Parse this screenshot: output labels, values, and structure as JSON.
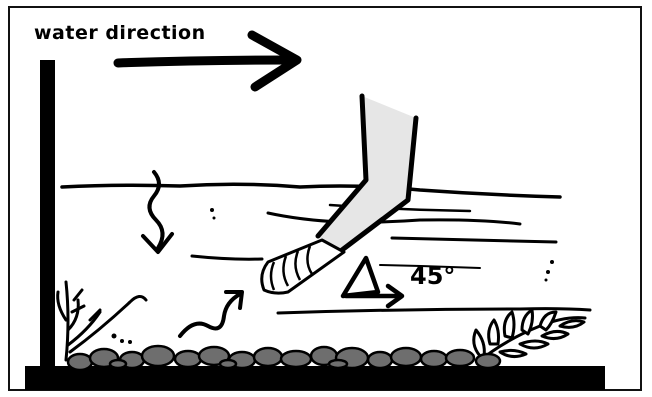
{
  "labels": {
    "water_direction": "water direction",
    "angle": "45°"
  },
  "colors": {
    "ink": "#000000",
    "paper": "#ffffff",
    "tube_fill": "#e6e6e6",
    "rock_fill": "#6e6e6e"
  },
  "icons": [
    "water-direction-arrow",
    "squiggly-down-arrow",
    "squiggly-up-arrow",
    "angle-symbol",
    "aquarium-plant"
  ]
}
